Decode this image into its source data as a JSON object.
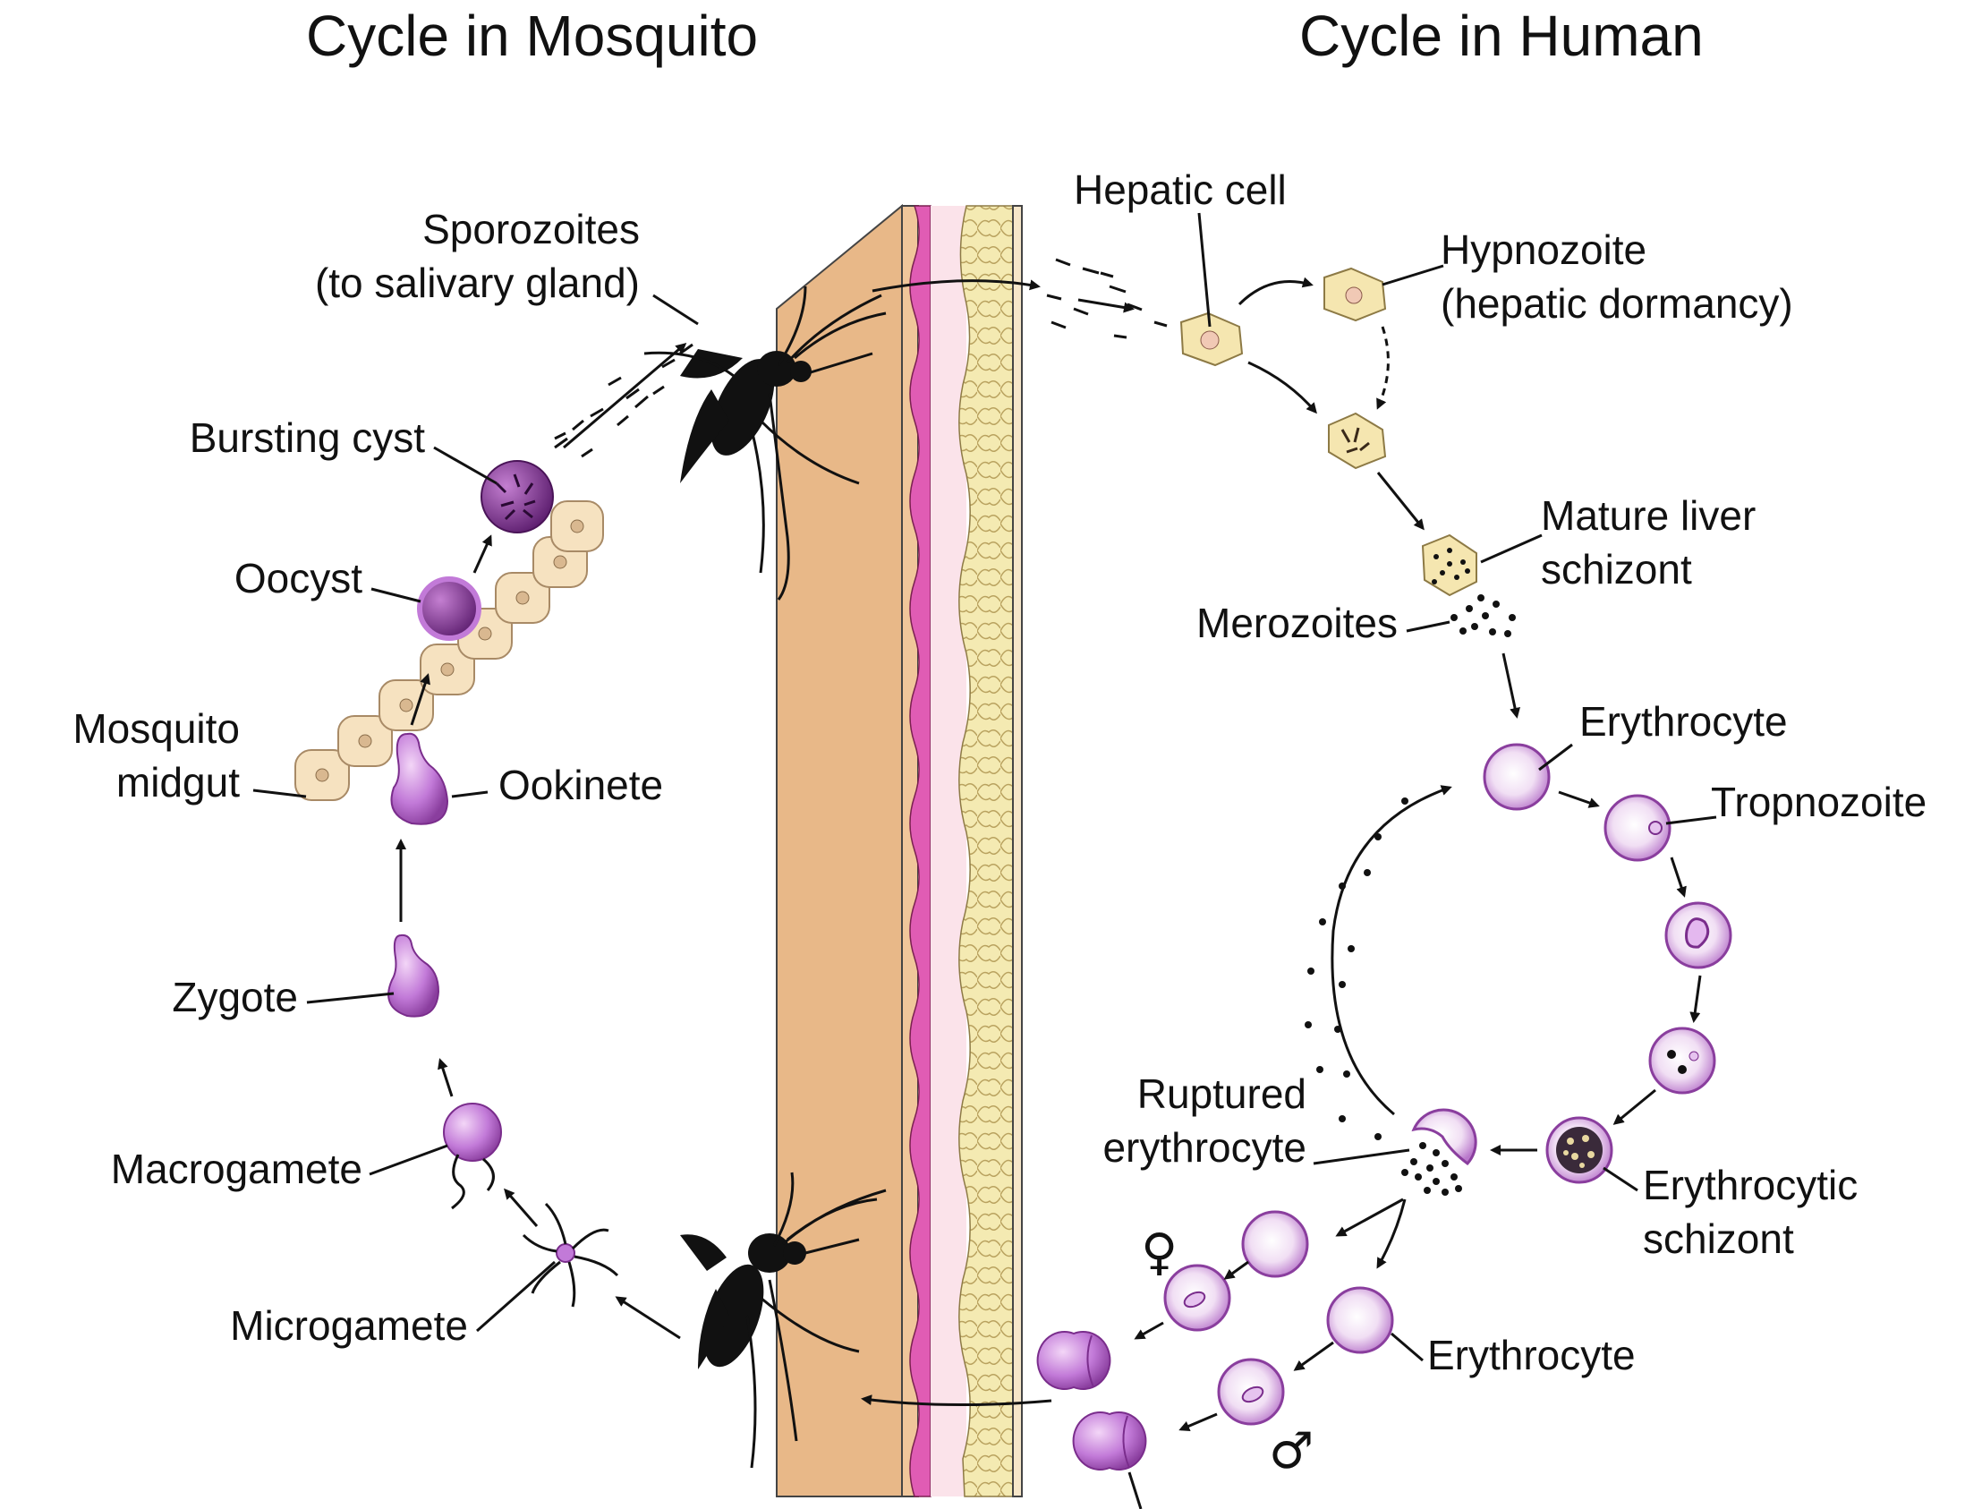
{
  "titles": {
    "mosquito_cycle": "Cycle in Mosquito",
    "human_cycle": "Cycle in Human"
  },
  "labels": {
    "sporozoites_line1": "Sporozoites",
    "sporozoites_line2": "(to salivary gland)",
    "bursting_cyst": "Bursting cyst",
    "oocyst": "Oocyst",
    "mosquito_midgut_line1": "Mosquito",
    "mosquito_midgut_line2": "midgut",
    "ookinete": "Ookinete",
    "zygote": "Zygote",
    "macrogamete": "Macrogamete",
    "microgamete": "Microgamete",
    "hepatic_cell": "Hepatic cell",
    "hypnozoite_line1": "Hypnozoite",
    "hypnozoite_line2": "(hepatic dormancy)",
    "mature_liver_line1": "Mature liver",
    "mature_liver_line2": "schizont",
    "merozoites": "Merozoites",
    "erythrocyte_top": "Erythrocyte",
    "tropnozoite": "Tropnozoite",
    "ruptured_line1": "Ruptured",
    "ruptured_line2": "erythrocyte",
    "erythrocytic_line1": "Erythrocytic",
    "erythrocytic_line2": "schizont",
    "erythrocyte_bottom": "Erythrocyte"
  },
  "symbols": {
    "female": "♀",
    "male": "♂"
  },
  "colors": {
    "skin": "#f3cda2",
    "dermis": "#fbe3ea",
    "capillary": "#e05cb4",
    "fat": "#f3e7a6",
    "purple": "#c27ad8",
    "purple_dark": "#7a2d8c",
    "cell_beige": "#f6e2c0",
    "hepatic": "#f5e6b0"
  }
}
